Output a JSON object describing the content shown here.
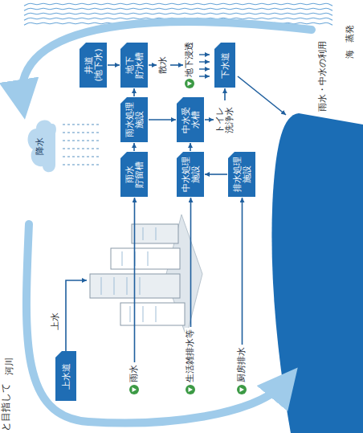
{
  "diagram": {
    "title": "雨水・中水の利用",
    "nodes": [
      {
        "text": [
          "降水"
        ]
      },
      {
        "text": [
          "上水道"
        ]
      },
      {
        "text": [
          "雨水"
        ]
      },
      {
        "text": [
          "生活雑排水等"
        ]
      },
      {
        "text": [
          "厨房排水"
        ]
      },
      {
        "text": [
          "雨水 貯留槽"
        ]
      },
      {
        "text": [
          "雨水処理 施設"
        ]
      },
      {
        "text": [
          "地下 貯水槽"
        ]
      },
      {
        "text": [
          "井道 (地下水)"
        ]
      },
      {
        "text": [
          "散水"
        ]
      },
      {
        "text": [
          "地下浸透"
        ]
      },
      {
        "text": [
          "中水処理 施設"
        ]
      },
      {
        "text": [
          "中水受 水槽"
        ]
      },
      {
        "text": [
          "排水処理 施設"
        ]
      },
      {
        "text": [
          "トイレ 洗浄水"
        ]
      },
      {
        "text": [
          "下水道"
        ]
      }
    ],
    "edges": [
      {
        "from": 2,
        "to": 5,
        "arrow": "to"
      },
      {
        "from": 3,
        "to": 11,
        "arrow": "to"
      },
      {
        "from": 4,
        "to": 13,
        "arrow": "to"
      },
      {
        "from": 5,
        "to": 6,
        "arrow": "to"
      },
      {
        "from": 6,
        "to": 7,
        "arrow": "to"
      },
      {
        "from": 6,
        "to": 12,
        "arrow": "to"
      },
      {
        "from": 8,
        "to": 7,
        "arrow": "to"
      },
      {
        "from": 7,
        "to": 9,
        "arrow": "to"
      },
      {
        "from": 9,
        "to": 10,
        "arrow": "to"
      },
      {
        "from": 13,
        "to": 11,
        "arrow": "to"
      },
      {
        "from": 11,
        "to": 12,
        "arrow": "to"
      },
      {
        "from": 12,
        "to": 14,
        "arrow": "to"
      },
      {
        "from": 14,
        "to": 15,
        "arrow": "to"
      }
    ],
    "labels": [
      "と目指して",
      "河川",
      "上水",
      "海",
      "蒸発"
    ]
  }
}
